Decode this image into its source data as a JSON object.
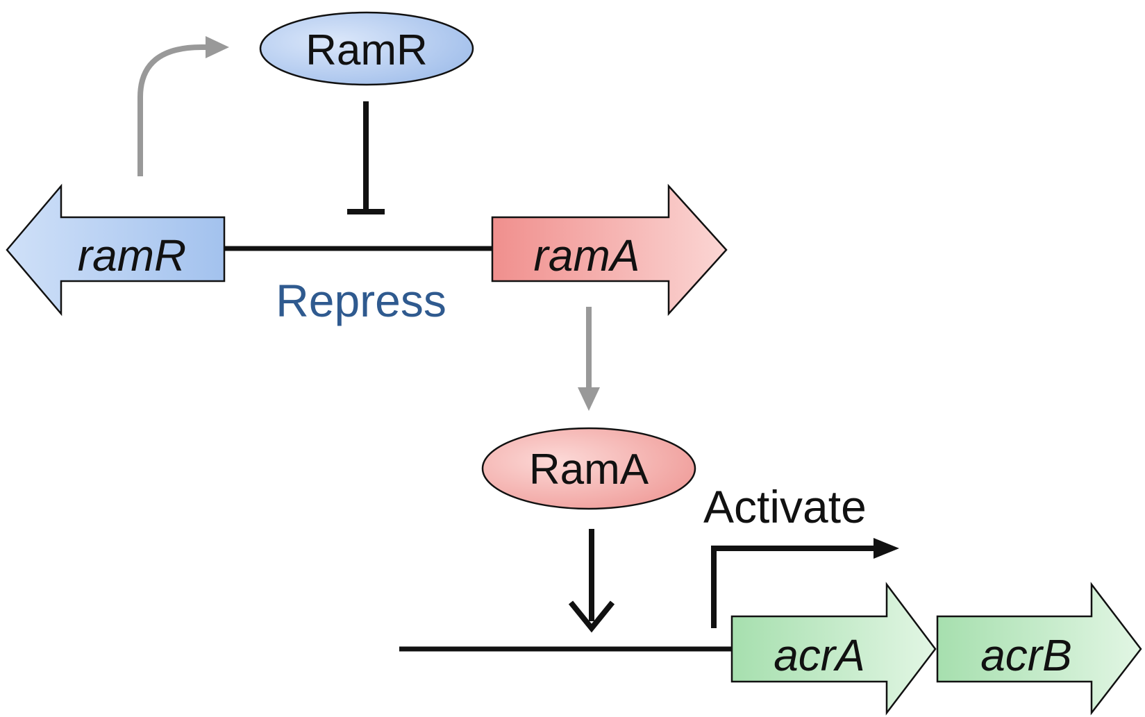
{
  "genes": {
    "ramR": "ramR",
    "ramA": "ramA",
    "acrA": "acrA",
    "acrB": "acrB"
  },
  "proteins": {
    "RamR": "RamR",
    "RamA": "RamA"
  },
  "labels": {
    "repress": "Repress",
    "activate": "Activate"
  },
  "colors": {
    "blue_fill": "#a9c6ef",
    "red_fill": "#f2a7a5",
    "green_fill": "#b6e5bd",
    "repress_text": "#2f5a8f",
    "grey_arrow": "#999999",
    "black_line": "#111111"
  }
}
